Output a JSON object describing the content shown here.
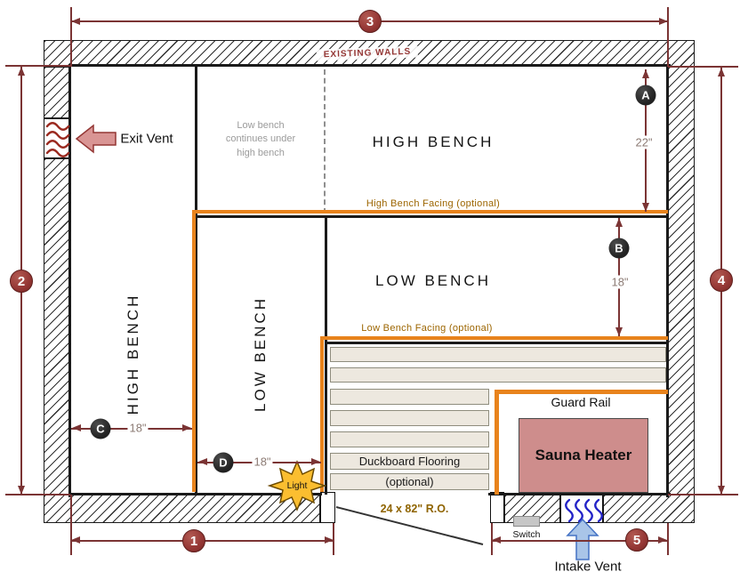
{
  "walls": {
    "label": "EXISTING WALLS"
  },
  "vents": {
    "exit": "Exit Vent",
    "intake": "Intake Vent"
  },
  "benches": {
    "high_label": "HIGH BENCH",
    "low_label": "LOW BENCH",
    "left_high_label": "HIGH BENCH",
    "left_low_label": "LOW BENCH",
    "high_facing": "High Bench Facing (optional)",
    "low_facing": "Low Bench Facing (optional)",
    "note": "Low bench\ncontinues under\nhigh bench"
  },
  "heater": {
    "label": "Sauna Heater",
    "guard_rail": "Guard Rail"
  },
  "flooring": {
    "line1": "Duckboard Flooring",
    "line2": "(optional)"
  },
  "door": {
    "ro": "24 x 82\" R.O."
  },
  "electrical": {
    "switch": "Switch",
    "light": "Light"
  },
  "dims": {
    "circle_1": "1",
    "circle_2": "2",
    "circle_3": "3",
    "circle_4": "4",
    "circle_5": "5",
    "ref_a": "A",
    "ref_b": "B",
    "ref_c": "C",
    "ref_d": "D",
    "a_value": "22\"",
    "b_value": "18\"",
    "c_value": "18\"",
    "d_value": "18\""
  },
  "colors": {
    "accent_orange": "#E8831C",
    "dimension_maroon": "#7B3434",
    "marker_circle": "#943634",
    "heater_fill": "#CE8D8C",
    "wall_label_red": "#943634",
    "intake_blue": "#4472C4",
    "light_yellow": "#FBBE30"
  }
}
